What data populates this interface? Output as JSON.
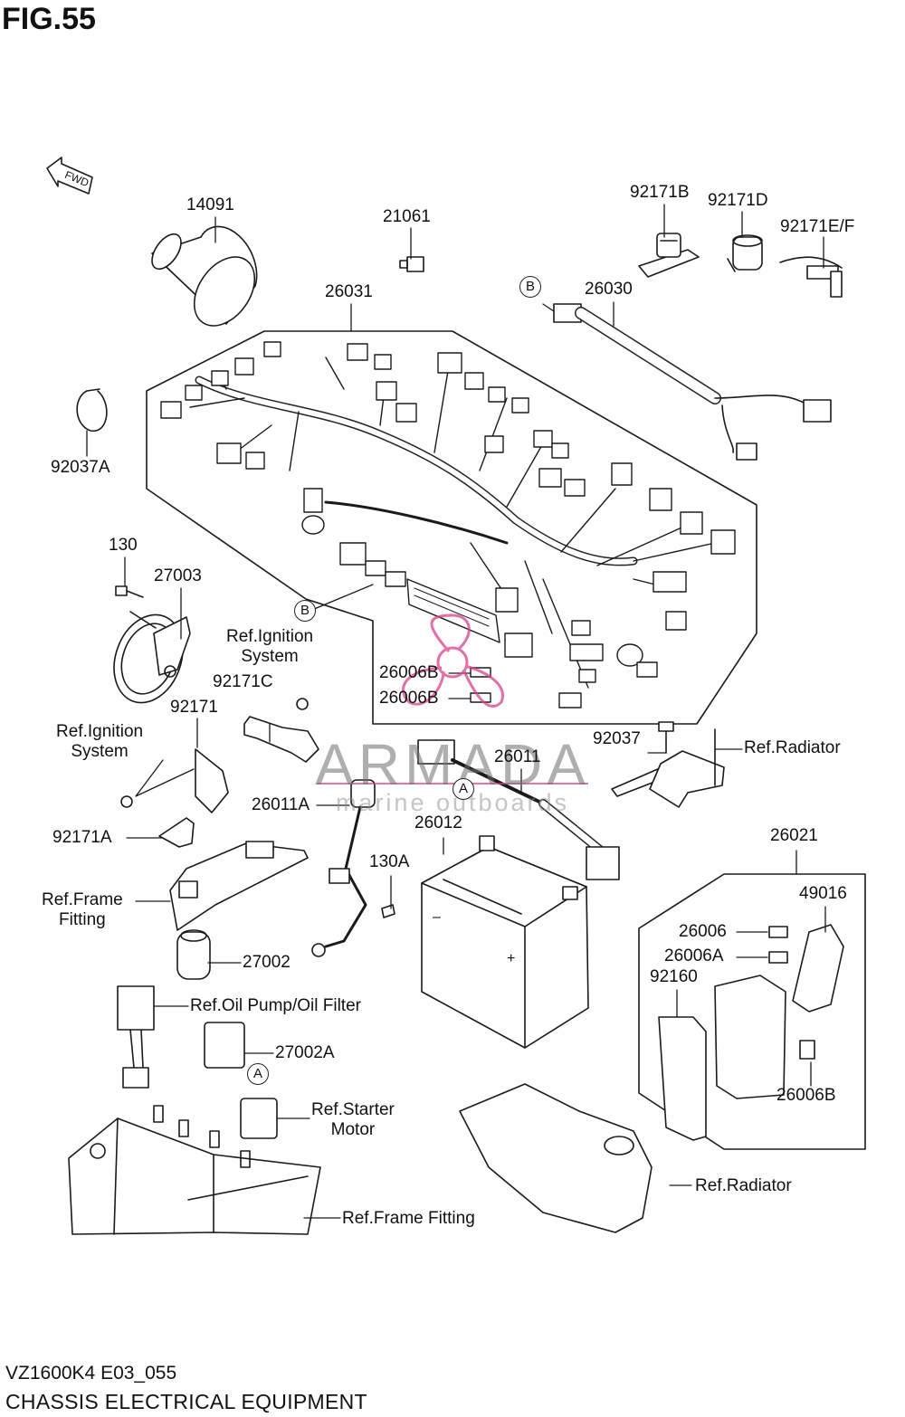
{
  "figure": {
    "title": "FIG.55",
    "code": "VZ1600K4 E03_055",
    "caption": "CHASSIS ELECTRICAL EQUIPMENT"
  },
  "watermark": {
    "brand": "ARMADA",
    "subtitle": "marine outboards",
    "accent_color": "#d9408a"
  },
  "icons": {
    "fwd_arrow": "fwd-arrow-icon",
    "fwd_text": "FWD"
  },
  "callouts": {
    "a": "A",
    "b": "B"
  },
  "labels": {
    "p14091": "14091",
    "p21061": "21061",
    "p92171B": "92171B",
    "p92171D": "92171D",
    "p92171EF": "92171E/F",
    "p26031": "26031",
    "p26030": "26030",
    "p92037A": "92037A",
    "p130": "130",
    "p27003": "27003",
    "ref_ign_1": "Ref.Ignition\nSystem",
    "p92171C": "92171C",
    "p92171": "92171",
    "ref_ign_2": "Ref.Ignition\nSystem",
    "p26006B_1": "26006B",
    "p26006B_2": "26006B",
    "p92037": "92037",
    "ref_radiator_1": "Ref.Radiator",
    "p26011": "26011",
    "p26011A": "26011A",
    "p26012": "26012",
    "p92171A": "92171A",
    "p130A": "130A",
    "ref_frame_1": "Ref.Frame\nFitting",
    "p27002": "27002",
    "ref_oil": "Ref.Oil Pump/Oil Filter",
    "p27002A": "27002A",
    "ref_starter": "Ref.Starter\nMotor",
    "ref_frame_2": "Ref.Frame Fitting",
    "p26021": "26021",
    "p49016": "49016",
    "p26006": "26006",
    "p26006A": "26006A",
    "p92160": "92160",
    "p26006B_3": "26006B",
    "ref_radiator_2": "Ref.Radiator"
  }
}
